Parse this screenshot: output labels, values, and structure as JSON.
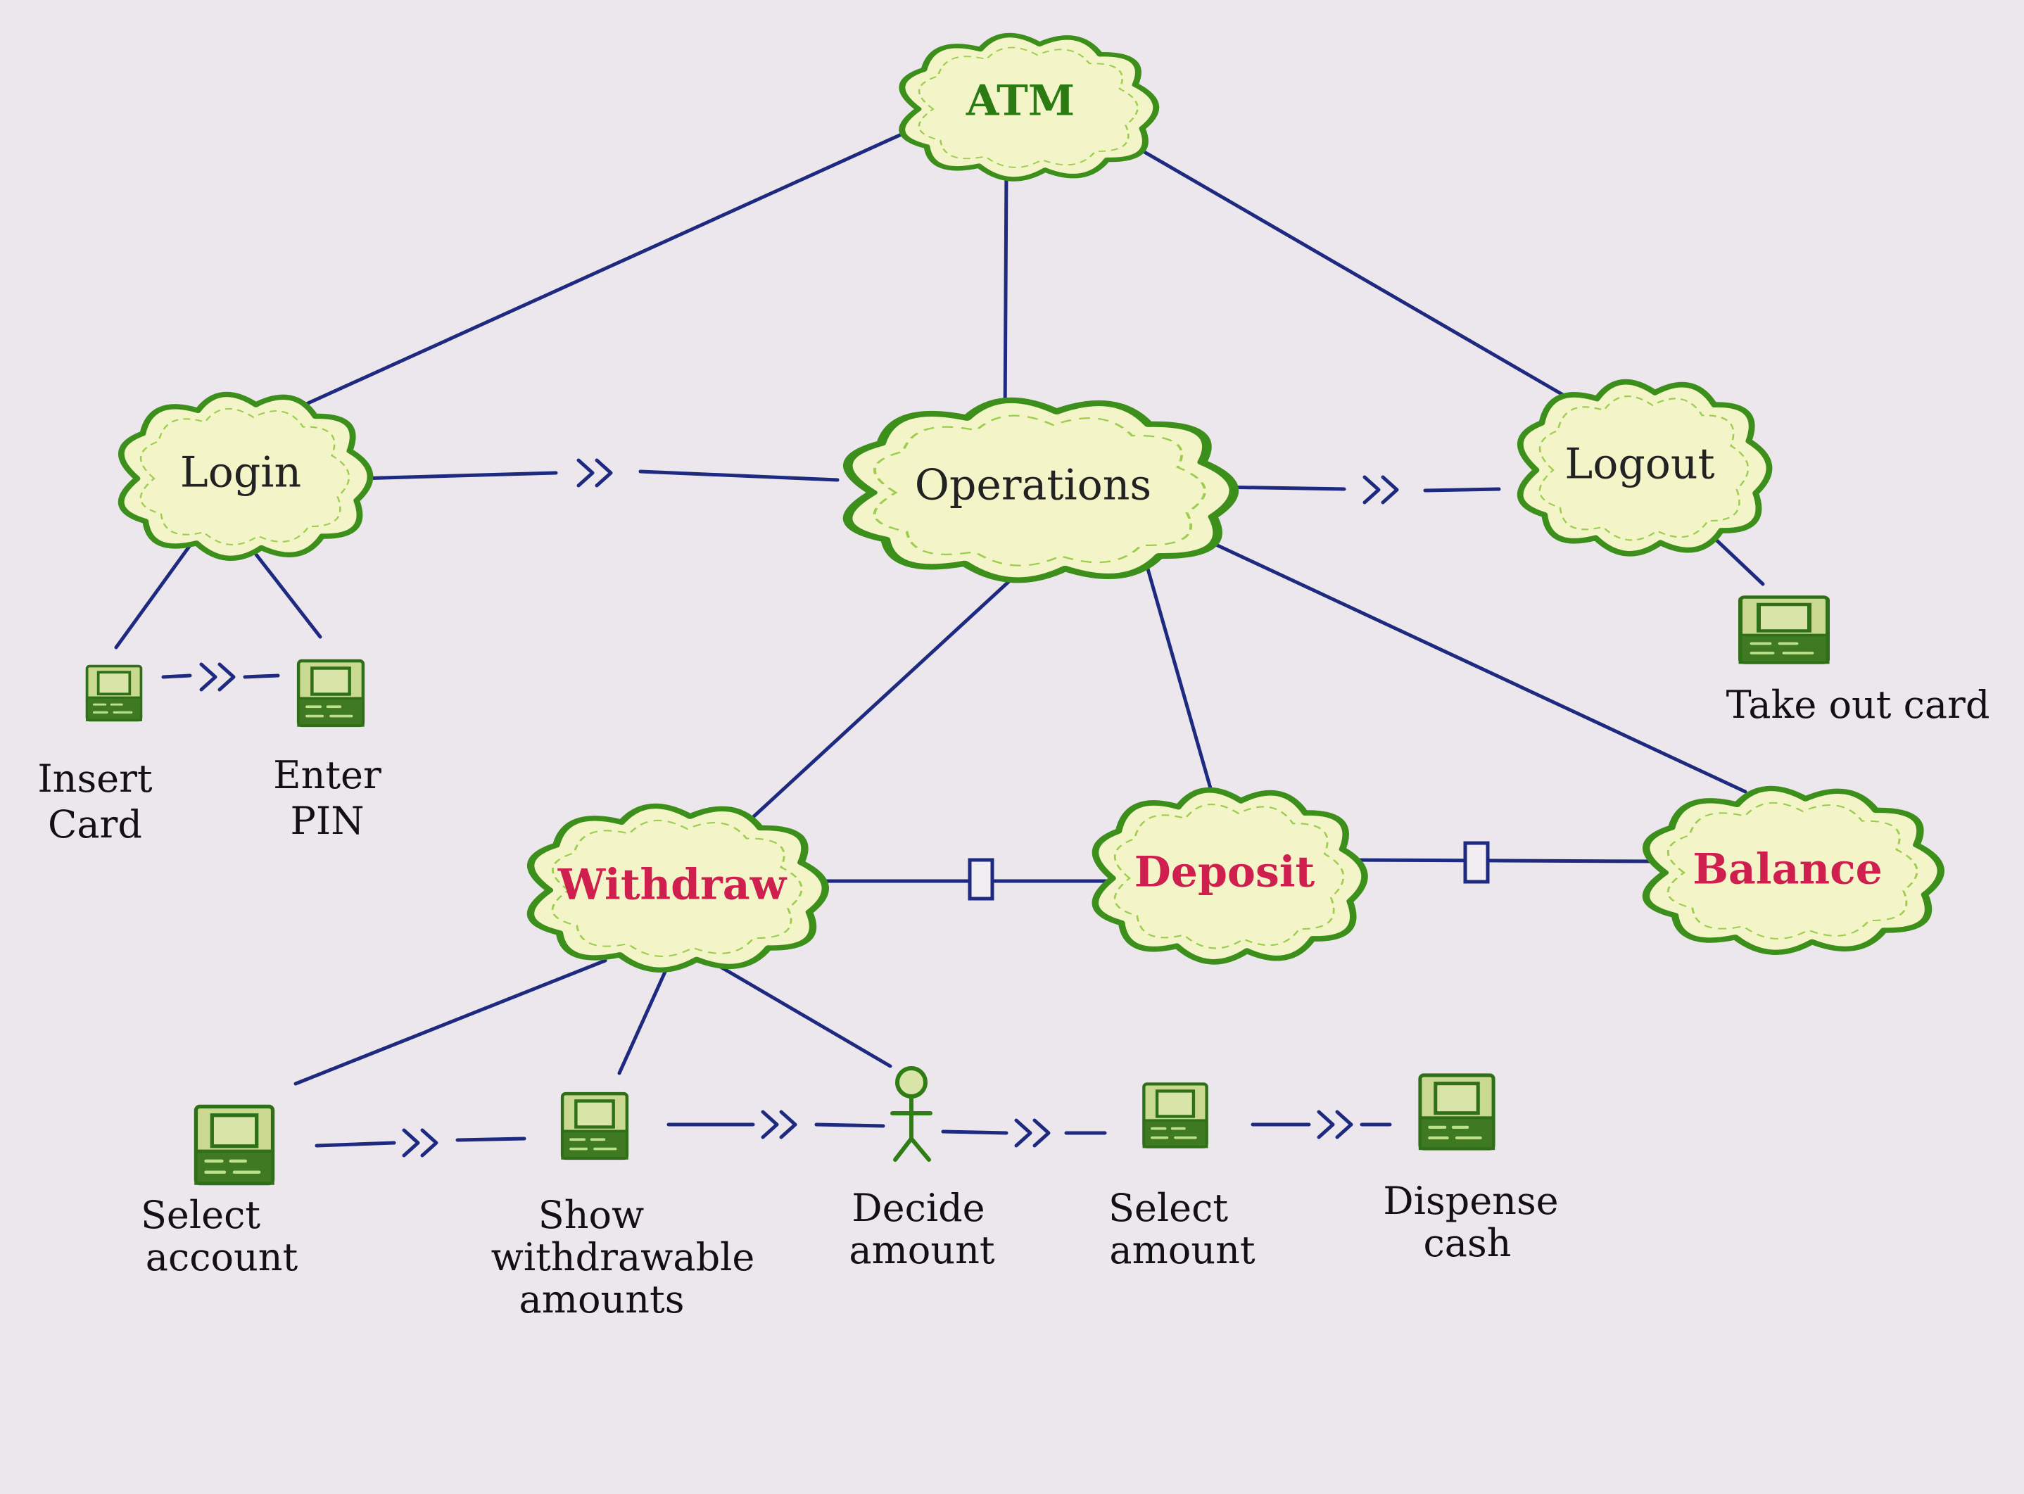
{
  "diagram": {
    "clouds": {
      "atm": "ATM",
      "login": "Login",
      "operations": "Operations",
      "logout": "Logout",
      "withdraw": "Withdraw",
      "deposit": "Deposit",
      "balance": "Balance"
    },
    "steps": {
      "insert_card": [
        "Insert",
        "Card"
      ],
      "enter_pin": [
        "Enter",
        "PIN"
      ],
      "take_out_card": [
        "Take out card"
      ],
      "select_account": [
        "Select",
        "account"
      ],
      "show_amounts": [
        "Show",
        "withdrawable",
        "amounts"
      ],
      "decide_amount": [
        "Decide",
        "amount"
      ],
      "select_amount": [
        "Select",
        "amount"
      ],
      "dispense_cash": [
        "Dispense",
        "cash"
      ]
    }
  },
  "colors": {
    "ink": "#1d2a7f",
    "cloud_outline": "#3d8f1c",
    "cloud_fill": "#f3f4c8",
    "title_green": "#2b7a12",
    "label_red": "#cf1f4f",
    "paper": "#ece7ec"
  },
  "icons": {
    "step_marker": "atm-machine-icon",
    "decision_marker": "stick-figure-actor-icon",
    "sequence_marker": "double-chevron-icon",
    "link_marker": "rectangle-link-icon"
  }
}
